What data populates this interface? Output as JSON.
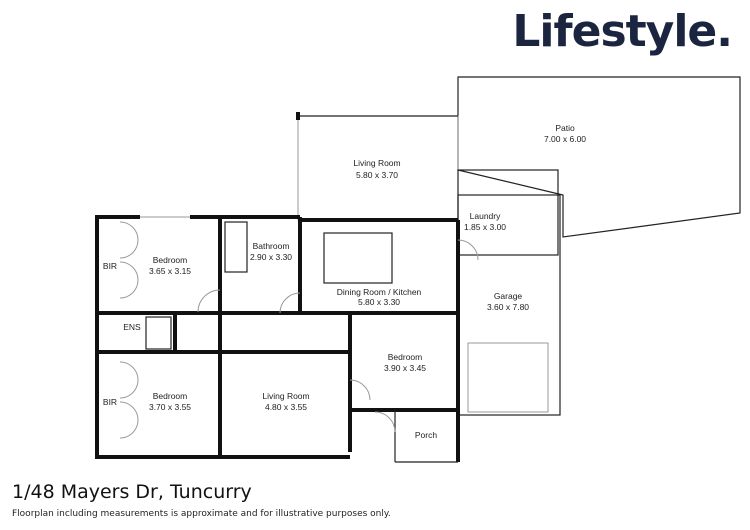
{
  "brand": {
    "logo": "Lifestyle.",
    "color": "#1c2540"
  },
  "address": "1/48 Mayers Dr, Tuncurry",
  "disclaimer": "Floorplan including measurements is approximate and for illustrative purposes only.",
  "rooms": {
    "patio": {
      "name": "Patio",
      "size": "7.00 x 6.00"
    },
    "living_top": {
      "name": "Living Room",
      "size": "5.80 x 3.70"
    },
    "laundry": {
      "name": "Laundry",
      "size": "1.85 x 3.00"
    },
    "bedroom1": {
      "name": "Bedroom",
      "size": "3.65 x 3.15"
    },
    "bathroom": {
      "name": "Bathroom",
      "size": "2.90 x 3.30"
    },
    "dining": {
      "name": "Dining Room / Kitchen",
      "size": "5.80 x 3.30"
    },
    "garage": {
      "name": "Garage",
      "size": "3.60 x 7.80"
    },
    "ens": {
      "name": "ENS"
    },
    "bir1": {
      "name": "BIR"
    },
    "bir2": {
      "name": "BIR"
    },
    "bedroom3": {
      "name": "Bedroom",
      "size": "3.90 x 3.45"
    },
    "bedroom2": {
      "name": "Bedroom",
      "size": "3.70 x 3.55"
    },
    "living_bottom": {
      "name": "Living Room",
      "size": "4.80 x 3.55"
    },
    "porch": {
      "name": "Porch"
    }
  }
}
